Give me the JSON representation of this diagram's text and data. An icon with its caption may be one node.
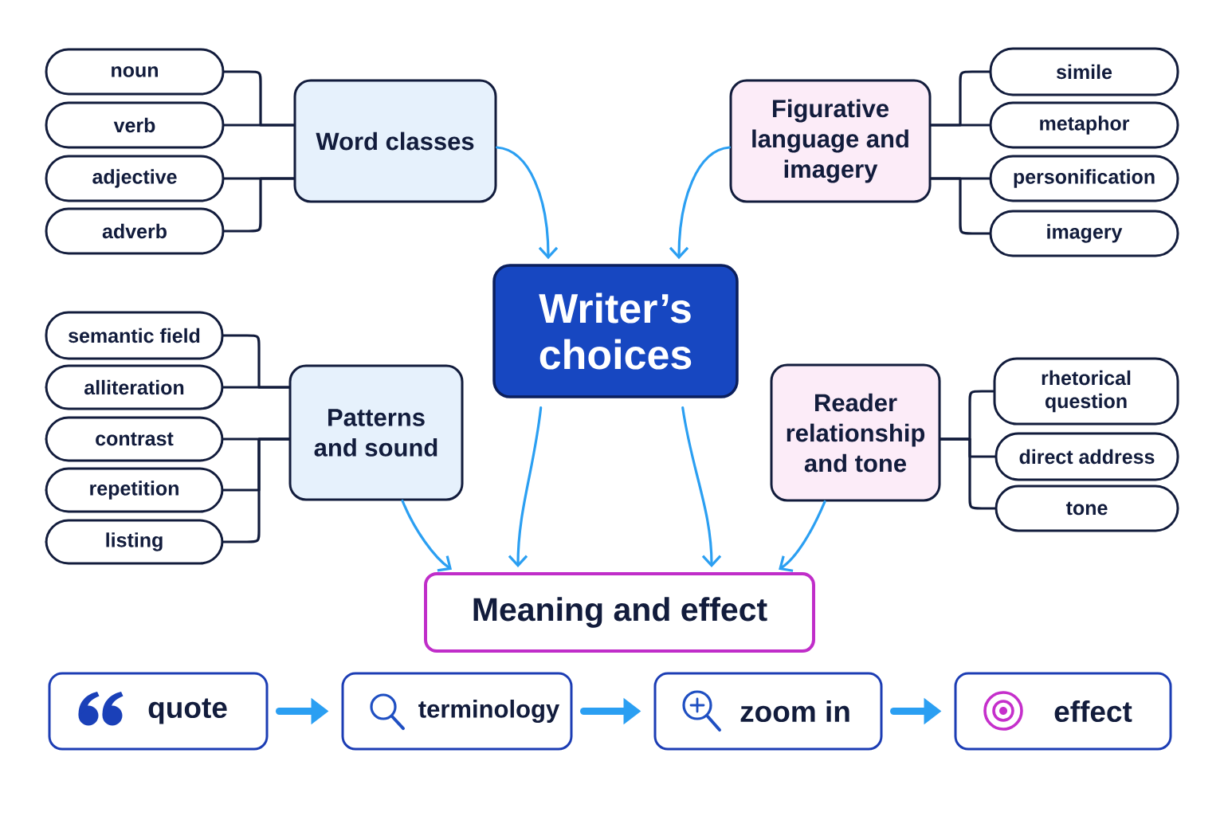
{
  "diagram": {
    "nodes": [
      {
        "text": [
          "noun"
        ]
      },
      {
        "text": [
          "verb"
        ]
      },
      {
        "text": [
          "adjective"
        ]
      },
      {
        "text": [
          "adverb"
        ]
      },
      {
        "text": [
          "Word classes"
        ]
      },
      {
        "text": [
          "Figurative language and imagery"
        ]
      },
      {
        "text": [
          "simile"
        ]
      },
      {
        "text": [
          "metaphor"
        ]
      },
      {
        "text": [
          "personification"
        ]
      },
      {
        "text": [
          "imagery"
        ]
      },
      {
        "text": [
          "Writer’s choices"
        ]
      },
      {
        "text": [
          "semantic field"
        ]
      },
      {
        "text": [
          "alliteration"
        ]
      },
      {
        "text": [
          "contrast"
        ]
      },
      {
        "text": [
          "repetition"
        ]
      },
      {
        "text": [
          "listing"
        ]
      },
      {
        "text": [
          "Patterns and sound"
        ]
      },
      {
        "text": [
          "Reader relationship and tone"
        ]
      },
      {
        "text": [
          "rhetorical question"
        ]
      },
      {
        "text": [
          "direct address"
        ]
      },
      {
        "text": [
          "tone"
        ]
      },
      {
        "text": [
          "Meaning and effect"
        ]
      },
      {
        "text": [
          "quote"
        ]
      },
      {
        "text": [
          "terminology"
        ]
      },
      {
        "text": [
          "zoom in"
        ]
      },
      {
        "text": [
          "effect"
        ]
      }
    ],
    "edges": [
      {
        "from": 4,
        "to": 0,
        "arrow": "none"
      },
      {
        "from": 4,
        "to": 1,
        "arrow": "none"
      },
      {
        "from": 4,
        "to": 2,
        "arrow": "none"
      },
      {
        "from": 4,
        "to": 3,
        "arrow": "none"
      },
      {
        "from": 5,
        "to": 6,
        "arrow": "none"
      },
      {
        "from": 5,
        "to": 7,
        "arrow": "none"
      },
      {
        "from": 5,
        "to": 8,
        "arrow": "none"
      },
      {
        "from": 5,
        "to": 9,
        "arrow": "none"
      },
      {
        "from": 16,
        "to": 11,
        "arrow": "none"
      },
      {
        "from": 16,
        "to": 12,
        "arrow": "none"
      },
      {
        "from": 16,
        "to": 13,
        "arrow": "none"
      },
      {
        "from": 16,
        "to": 14,
        "arrow": "none"
      },
      {
        "from": 16,
        "to": 15,
        "arrow": "none"
      },
      {
        "from": 17,
        "to": 18,
        "arrow": "none"
      },
      {
        "from": 17,
        "to": 19,
        "arrow": "none"
      },
      {
        "from": 17,
        "to": 20,
        "arrow": "none"
      },
      {
        "from": 4,
        "to": 10,
        "arrow": "to",
        "color": "#2b9ff2"
      },
      {
        "from": 5,
        "to": 10,
        "arrow": "to",
        "color": "#2b9ff2"
      },
      {
        "from": 10,
        "to": 21,
        "arrow": "to",
        "color": "#2b9ff2"
      },
      {
        "from": 10,
        "to": 21,
        "arrow": "to",
        "color": "#2b9ff2"
      },
      {
        "from": 16,
        "to": 21,
        "arrow": "to",
        "color": "#2b9ff2"
      },
      {
        "from": 17,
        "to": 21,
        "arrow": "to",
        "color": "#2b9ff2"
      },
      {
        "from": 22,
        "to": 23,
        "arrow": "to",
        "style": "thick",
        "color": "#2b9ff2"
      },
      {
        "from": 23,
        "to": 24,
        "arrow": "to",
        "style": "thick",
        "color": "#2b9ff2"
      },
      {
        "from": 24,
        "to": 25,
        "arrow": "to",
        "style": "thick",
        "color": "#2b9ff2"
      }
    ]
  }
}
